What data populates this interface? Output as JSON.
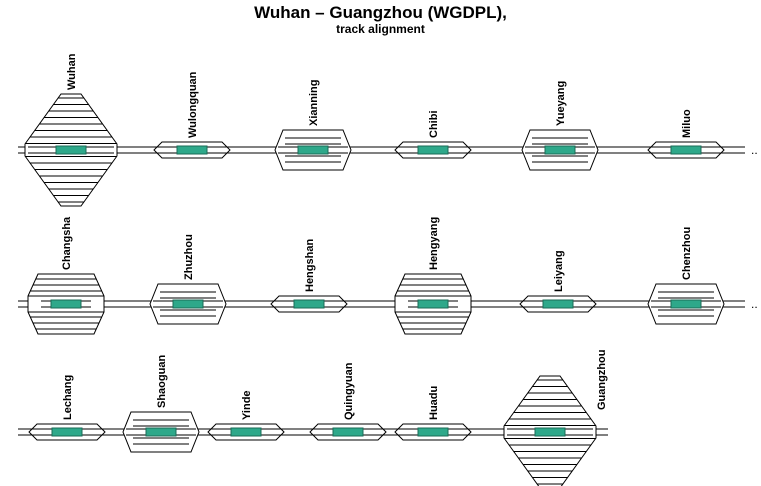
{
  "title": "Wuhan – Guangzhou (WGDPL),",
  "subtitle": "track alignment",
  "continuation_mark": "..",
  "colors": {
    "platform": "#2ea88a",
    "line": "#000000",
    "background": "#ffffff"
  },
  "rows": [
    {
      "continues": true,
      "stations": [
        {
          "name": "Wuhan",
          "shape": "large-hexagon"
        },
        {
          "name": "Wulongquan",
          "shape": "small"
        },
        {
          "name": "Xianning",
          "shape": "medium"
        },
        {
          "name": "Chibi",
          "shape": "small"
        },
        {
          "name": "Yueyang",
          "shape": "medium"
        },
        {
          "name": "Miluo",
          "shape": "small"
        }
      ]
    },
    {
      "continues": true,
      "stations": [
        {
          "name": "Changsha",
          "shape": "large-trapezoid"
        },
        {
          "name": "Zhuzhou",
          "shape": "medium"
        },
        {
          "name": "Hengshan",
          "shape": "small"
        },
        {
          "name": "Hengyang",
          "shape": "large-trapezoid"
        },
        {
          "name": "Leiyang",
          "shape": "small"
        },
        {
          "name": "Chenzhou",
          "shape": "medium"
        }
      ]
    },
    {
      "continues": false,
      "stations": [
        {
          "name": "Lechang",
          "shape": "small"
        },
        {
          "name": "Shaoguan",
          "shape": "medium"
        },
        {
          "name": "Yinde",
          "shape": "small"
        },
        {
          "name": "Quingyuan",
          "shape": "small"
        },
        {
          "name": "Huadu",
          "shape": "small"
        },
        {
          "name": "Guangzhou",
          "shape": "large-hexagon"
        }
      ]
    }
  ]
}
